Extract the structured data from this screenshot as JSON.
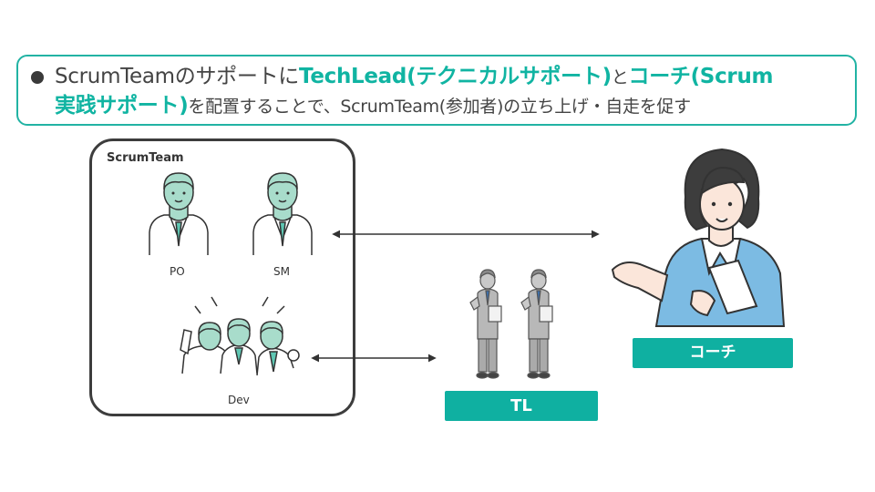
{
  "callout": {
    "p1": "ScrumTeamのサポートに",
    "p2": "TechLead(テクニカルサポート)",
    "p3": "と",
    "p4": "コーチ(Scrum",
    "p5": "実践サポート)",
    "p6": "を配置することで、ScrumTeam(参加者)の立ち上げ・自走を促す"
  },
  "team": {
    "title": "ScrumTeam",
    "po_label": "PO",
    "sm_label": "SM",
    "dev_label": "Dev"
  },
  "tags": {
    "coach": "コーチ",
    "tl": "TL"
  },
  "colors": {
    "accent": "#0fb0a1",
    "skin_green": "#a8dccb",
    "coach_jacket": "#6fb7e0"
  }
}
